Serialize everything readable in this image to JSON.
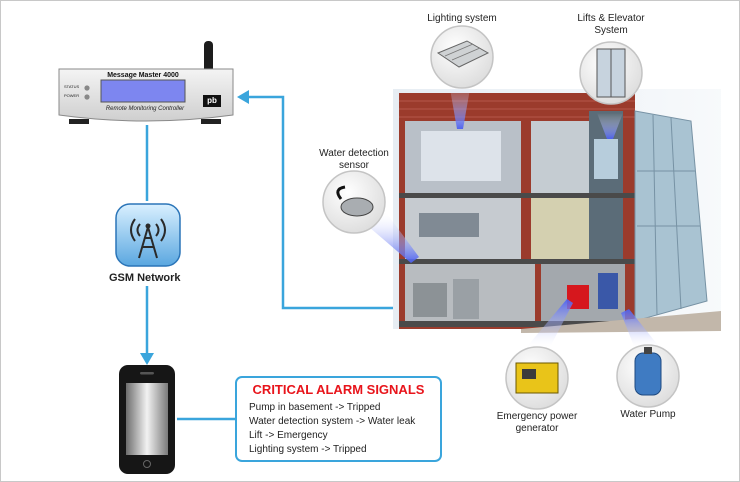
{
  "device": {
    "model": "Message Master 4000",
    "subtitle": "Remote Monitoring Controller",
    "status_label": "STATUS",
    "power_label": "POWER",
    "logo": "pb"
  },
  "gsm": {
    "label": "GSM Network",
    "icon": "antenna-tower-icon"
  },
  "phone": {
    "icon": "smartphone-icon"
  },
  "alarm": {
    "title": "CRITICAL ALARM SIGNALS",
    "lines": [
      "Pump in basement -> Tripped",
      "Water detection system -> Water leak",
      "Lift -> Emergency",
      "Lighting system -> Tripped"
    ]
  },
  "callouts": {
    "lighting": "Lighting system",
    "lifts_line1": "Lifts & Elevator",
    "lifts_line2": "System",
    "water_sensor_line1": "Water detection",
    "water_sensor_line2": "sensor",
    "generator_line1": "Emergency power",
    "generator_line2": "generator",
    "pump": "Water Pump"
  },
  "colors": {
    "connector": "#3aa5dc",
    "alarm_title": "#e8141b",
    "callout_beam": "#4b5ff0"
  }
}
